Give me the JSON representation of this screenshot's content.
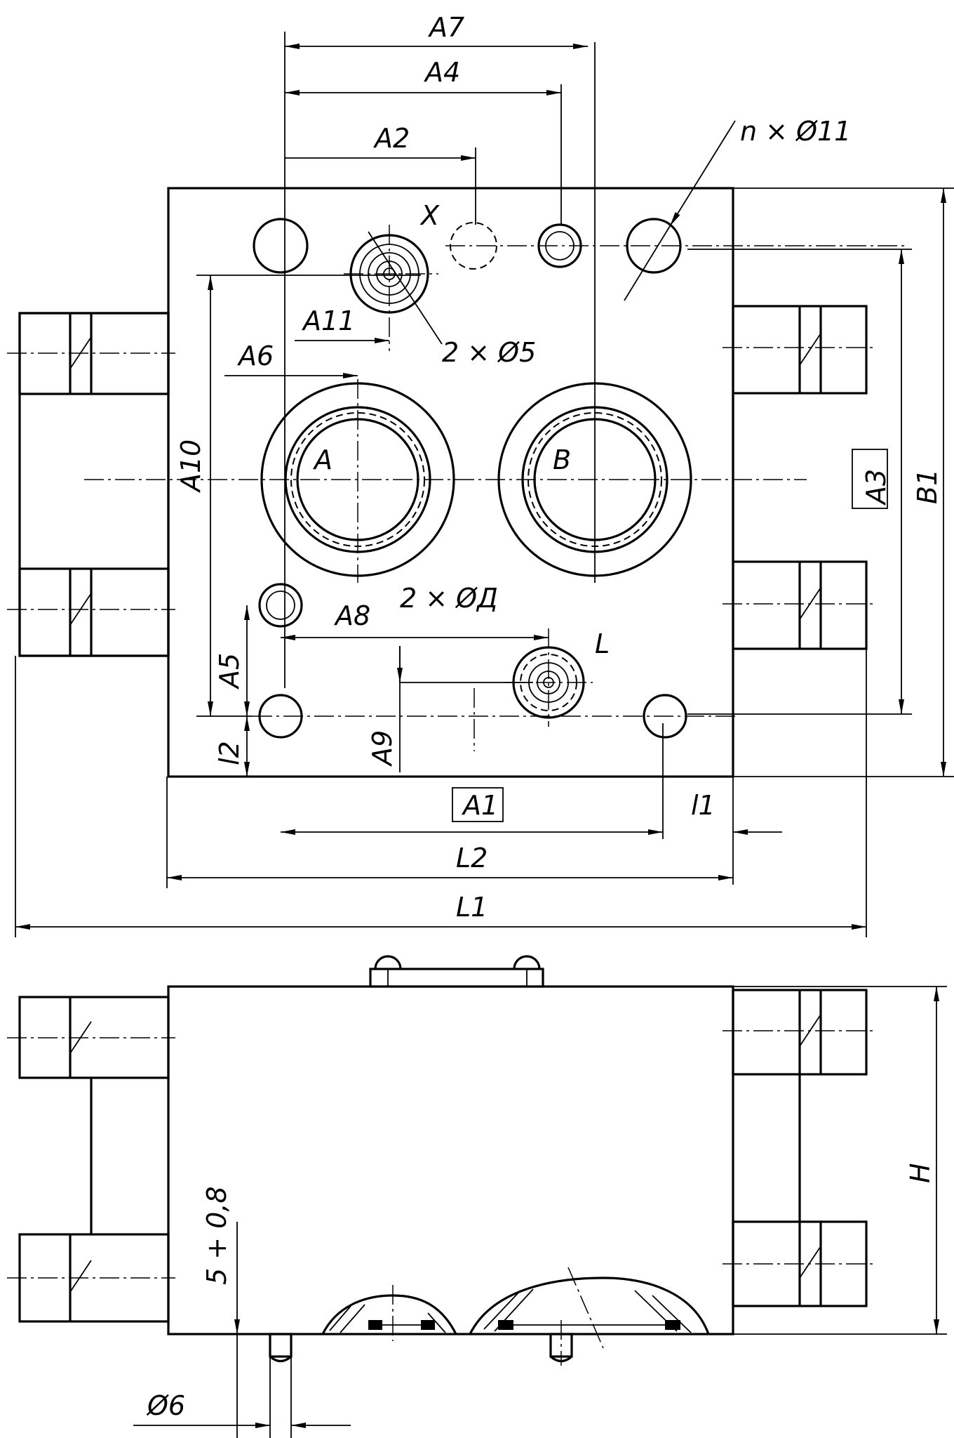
{
  "labels": {
    "A7": "A7",
    "A4": "A4",
    "A2": "A2",
    "X": "X",
    "n_holes": "n × Ø11",
    "A11": "A11",
    "holes_5": "2 × Ø5",
    "A6": "A6",
    "A10": "A10",
    "port_A": "A",
    "port_B": "B",
    "A3": "A3",
    "B1": "B1",
    "holes_D": "2 × ØД",
    "A8": "A8",
    "L": "L",
    "A5": "A5",
    "l2": "l2",
    "A9": "A9",
    "A1": "A1",
    "l1": "l1",
    "L2": "L2",
    "L1": "L1",
    "H": "H",
    "depth": "5 + 0,8",
    "dia6": "Ø6"
  }
}
